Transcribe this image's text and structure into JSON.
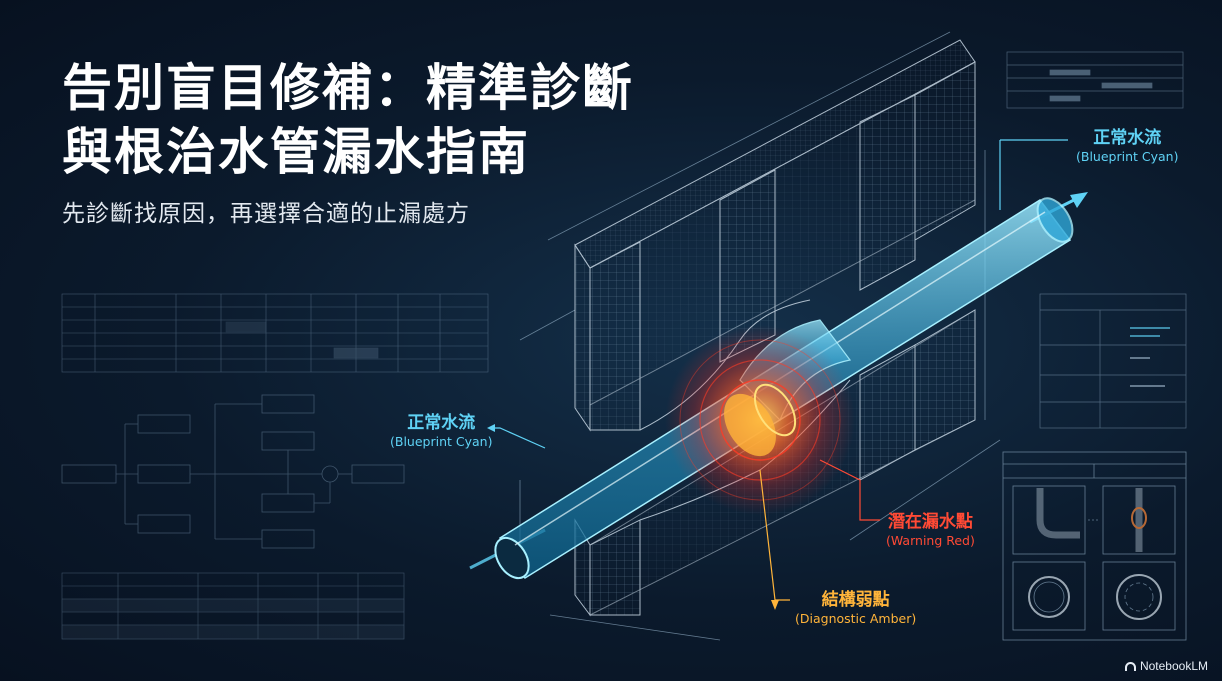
{
  "title_line1": "告別盲目修補：精準診斷",
  "title_line2": "與根治水管漏水指南",
  "subtitle": "先診斷找原因，再選擇合適的止漏處方",
  "callouts": {
    "flow_top": {
      "zh": "正常水流",
      "en": "(Blueprint Cyan)"
    },
    "flow_left": {
      "zh": "正常水流",
      "en": "(Blueprint Cyan)"
    },
    "leak_point": {
      "zh": "潛在漏水點",
      "en": "(Warning Red)"
    },
    "weak_point": {
      "zh": "結構弱點",
      "en": "(Diagnostic Amber)"
    }
  },
  "brand": "NotebookLM",
  "colors": {
    "background": "#0b1a2c",
    "cyan": "#5fd2f5",
    "warning_red": "#ff4a35",
    "amber": "#ffb43a"
  },
  "icons": [
    "notebooklm-logo-icon",
    "flow-arrow-icon"
  ]
}
